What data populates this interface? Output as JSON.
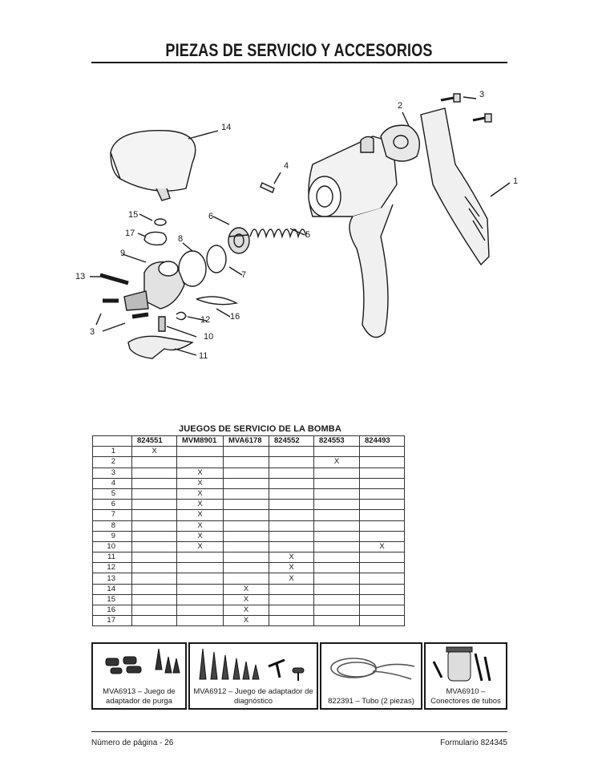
{
  "header": {
    "title": "PIEZAS DE SERVICIO Y ACCESORIOS"
  },
  "diagram": {
    "callouts": [
      "1",
      "2",
      "3",
      "4",
      "5",
      "6",
      "7",
      "8",
      "9",
      "10",
      "11",
      "12",
      "13",
      "14",
      "15",
      "16",
      "17",
      "3"
    ]
  },
  "kits": {
    "title": "JUEGOS DE SERVICIO DE LA BOMBA",
    "columns": [
      "",
      "824551",
      "MVM8901",
      "MVA6178",
      "824552",
      "824553",
      "824493"
    ],
    "rows": [
      {
        "part": "1",
        "marks": [
          "X",
          "",
          "",
          "",
          "",
          ""
        ]
      },
      {
        "part": "2",
        "marks": [
          "",
          "",
          "",
          "",
          "X",
          ""
        ]
      },
      {
        "part": "3",
        "marks": [
          "",
          "X",
          "",
          "",
          "",
          ""
        ]
      },
      {
        "part": "4",
        "marks": [
          "",
          "X",
          "",
          "",
          "",
          ""
        ]
      },
      {
        "part": "5",
        "marks": [
          "",
          "X",
          "",
          "",
          "",
          ""
        ]
      },
      {
        "part": "6",
        "marks": [
          "",
          "X",
          "",
          "",
          "",
          ""
        ]
      },
      {
        "part": "7",
        "marks": [
          "",
          "X",
          "",
          "",
          "",
          ""
        ]
      },
      {
        "part": "8",
        "marks": [
          "",
          "X",
          "",
          "",
          "",
          ""
        ]
      },
      {
        "part": "9",
        "marks": [
          "",
          "X",
          "",
          "",
          "",
          ""
        ]
      },
      {
        "part": "10",
        "marks": [
          "",
          "X",
          "",
          "",
          "",
          "X"
        ]
      },
      {
        "part": "11",
        "marks": [
          "",
          "",
          "",
          "X",
          "",
          ""
        ]
      },
      {
        "part": "12",
        "marks": [
          "",
          "",
          "",
          "X",
          "",
          ""
        ]
      },
      {
        "part": "13",
        "marks": [
          "",
          "",
          "",
          "X",
          "",
          ""
        ]
      },
      {
        "part": "14",
        "marks": [
          "",
          "",
          "X",
          "",
          "",
          ""
        ]
      },
      {
        "part": "15",
        "marks": [
          "",
          "",
          "X",
          "",
          "",
          ""
        ]
      },
      {
        "part": "16",
        "marks": [
          "",
          "",
          "X",
          "",
          "",
          ""
        ]
      },
      {
        "part": "17",
        "marks": [
          "",
          "",
          "X",
          "",
          "",
          ""
        ]
      }
    ]
  },
  "accessories": [
    {
      "caption": "MVA6913 – Juego de adaptador de purga"
    },
    {
      "caption": "MVA6912 – Juego de adaptador de diagnóstico"
    },
    {
      "caption": "822391 – Tubo (2 piezas)"
    },
    {
      "caption": "MVA6910 – Conectores de tubos"
    }
  ],
  "footer": {
    "page": "Número de página - 26",
    "form": "Formulario 824345"
  }
}
